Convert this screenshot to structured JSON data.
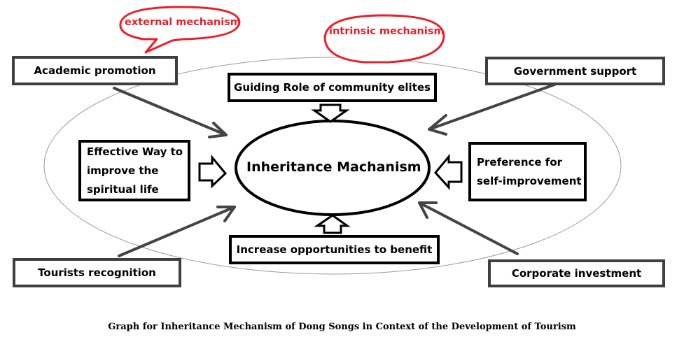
{
  "bubbles": {
    "external": "external mechanism",
    "intrinsic": "intrinsic mechanism"
  },
  "center": "Inheritance Machanism",
  "boxes": {
    "academic": "Academic promotion",
    "government": "Government support",
    "tourists": "Tourists recognition",
    "corporate": "Corporate investment",
    "elites": "Guiding Role of community elites",
    "benefit": "Increase opportunities to benefit",
    "spiritual_lines": [
      "Effective Way to",
      "improve the",
      "spiritual life"
    ],
    "self_lines": [
      "Preference for",
      "self-improvement"
    ]
  },
  "caption": "Graph for Inheritance Mechanism of Dong Songs in Context of the Development of Tourism",
  "colors": {
    "bubble_red": "#e8202a",
    "box_border": "#000000",
    "arrow_gray": "#3f3f3f"
  }
}
